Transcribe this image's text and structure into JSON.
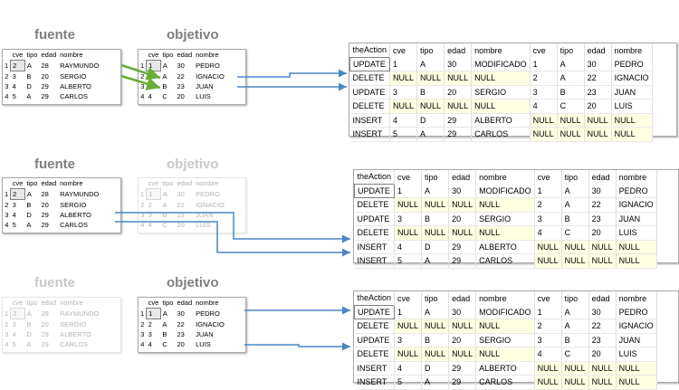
{
  "labels": {
    "fuente": "fuente",
    "objetivo": "objetivo"
  },
  "small_headers": [
    "",
    "cve",
    "tipo",
    "edad",
    "nombre"
  ],
  "fuente_rows": [
    [
      "1",
      "2",
      "A",
      "28",
      "RAYMUNDO"
    ],
    [
      "2",
      "3",
      "B",
      "20",
      "SERGIO"
    ],
    [
      "3",
      "4",
      "D",
      "29",
      "ALBERTO"
    ],
    [
      "4",
      "5",
      "A",
      "29",
      "CARLOS"
    ]
  ],
  "objetivo_rows": [
    [
      "1",
      "1",
      "A",
      "30",
      "PEDRO"
    ],
    [
      "2",
      "2",
      "A",
      "22",
      "IGNACIO"
    ],
    [
      "3",
      "3",
      "B",
      "23",
      "JUAN"
    ],
    [
      "4",
      "4",
      "C",
      "20",
      "LUIS"
    ]
  ],
  "result_headers": [
    "theAction",
    "cve",
    "tipo",
    "edad",
    "nombre",
    "cve",
    "tipo",
    "edad",
    "nombre"
  ],
  "result_rows": [
    [
      "UPDATE",
      "1",
      "A",
      "30",
      "MODIFICADO",
      "1",
      "A",
      "30",
      "PEDRO"
    ],
    [
      "DELETE",
      "NULL",
      "NULL",
      "NULL",
      "NULL",
      "2",
      "A",
      "22",
      "IGNACIO"
    ],
    [
      "UPDATE",
      "3",
      "B",
      "20",
      "SERGIO",
      "3",
      "B",
      "23",
      "JUAN"
    ],
    [
      "DELETE",
      "NULL",
      "NULL",
      "NULL",
      "NULL",
      "4",
      "C",
      "20",
      "LUIS"
    ],
    [
      "INSERT",
      "4",
      "D",
      "29",
      "ALBERTO",
      "NULL",
      "NULL",
      "NULL",
      "NULL"
    ],
    [
      "INSERT",
      "5",
      "A",
      "29",
      "CARLOS",
      "NULL",
      "NULL",
      "NULL",
      "NULL"
    ]
  ],
  "colors": {
    "arrow": "#4a86c8",
    "arrow_green": "#6aab3a",
    "null_bg": "#ffffe1"
  }
}
